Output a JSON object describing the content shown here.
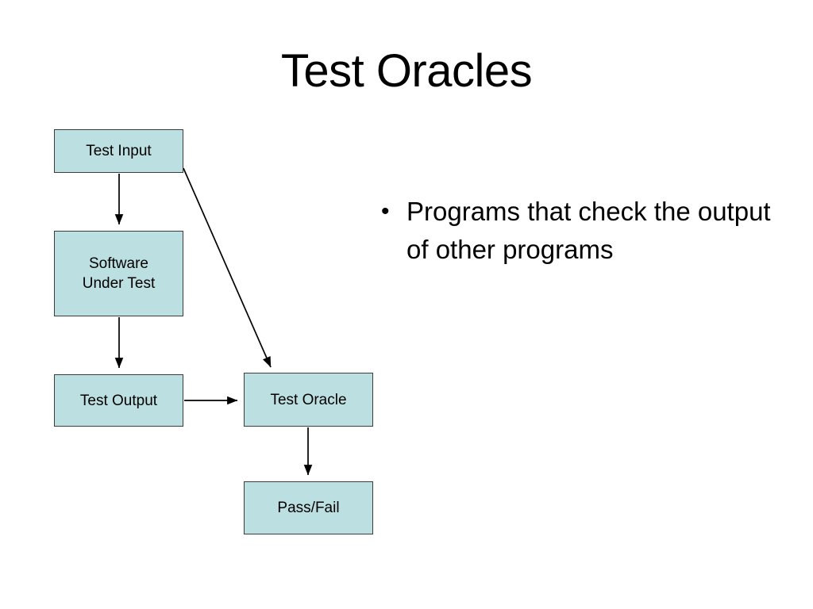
{
  "slide": {
    "title": "Test Oracles",
    "background_color": "#ffffff"
  },
  "diagram": {
    "node_fill_color": "#bcdfe1",
    "node_border_color": "#3c3c3c",
    "arrow_color": "#000000",
    "nodes": [
      {
        "id": "test-input",
        "label": "Test Input"
      },
      {
        "id": "software-under-test",
        "label": "Software\nUnder Test"
      },
      {
        "id": "test-output",
        "label": "Test Output"
      },
      {
        "id": "test-oracle",
        "label": "Test Oracle"
      },
      {
        "id": "pass-fail",
        "label": "Pass/Fail"
      }
    ],
    "edges": [
      {
        "from": "test-input",
        "to": "software-under-test"
      },
      {
        "from": "test-input",
        "to": "test-oracle"
      },
      {
        "from": "software-under-test",
        "to": "test-output"
      },
      {
        "from": "test-output",
        "to": "test-oracle"
      },
      {
        "from": "test-oracle",
        "to": "pass-fail"
      }
    ]
  },
  "body": {
    "bullets": [
      {
        "marker": "•",
        "text": "Programs that check the output of other programs"
      }
    ]
  }
}
